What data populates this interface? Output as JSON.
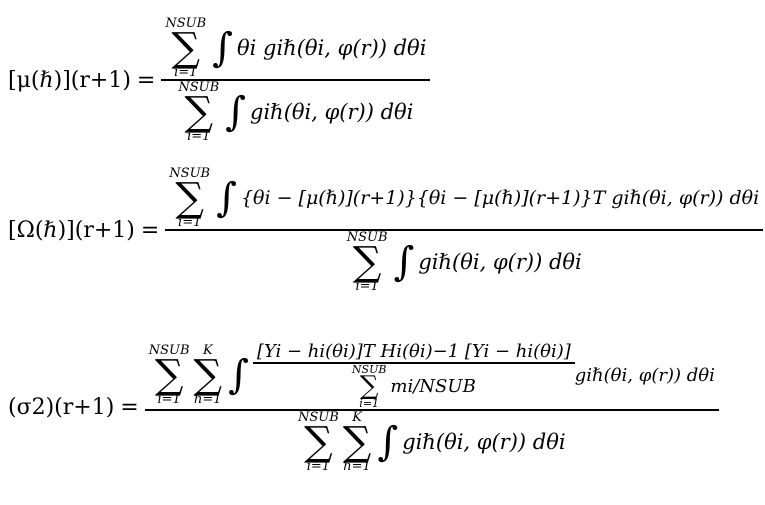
{
  "equations": [
    {
      "lhs": "[μ(ℏ)](r+1)",
      "equals": "=",
      "numerator": {
        "sum_top": "NSUB",
        "sum_sigma": "∑",
        "sum_bottom": "i=1",
        "integral": "∫",
        "integrand": "θi giℏ(θi, φ(r)) dθi"
      },
      "denominator": {
        "sum_top": "NSUB",
        "sum_sigma": "∑",
        "sum_bottom": "i=1",
        "integral": "∫",
        "integrand": "giℏ(θi, φ(r)) dθi"
      }
    },
    {
      "lhs": "[Ω(ℏ)](r+1)",
      "equals": "=",
      "numerator": {
        "sum_top": "NSUB",
        "sum_sigma": "∑",
        "sum_bottom": "i=1",
        "integral": "∫",
        "integrand": "{θi − [μ(ℏ)](r+1)}{θi − [μ(ℏ)](r+1)}T giℏ(θi, φ(r)) dθi"
      },
      "denominator": {
        "sum_top": "NSUB",
        "sum_sigma": "∑",
        "sum_bottom": "i=1",
        "integral": "∫",
        "integrand": "giℏ(θi, φ(r)) dθi"
      }
    },
    {
      "lhs": "(σ2)(r+1)",
      "equals": "=",
      "numerator": {
        "sum1_top": "NSUB",
        "sum1_bottom": "i=1",
        "sum2_top": "K",
        "sum2_bottom": "ℏ=1",
        "sum_sigma": "∑",
        "integral": "∫",
        "inner_numerator": "[Yi − hi(θi)]T Hi(θi)−1 [Yi − hi(θi)]",
        "inner_den_top": "NSUB",
        "inner_den_bottom": "i=1",
        "inner_den_expr": "mi/NSUB",
        "tail": "giℏ(θi, φ(r)) dθi"
      },
      "denominator": {
        "sum1_top": "NSUB",
        "sum1_bottom": "i=1",
        "sum2_top": "K",
        "sum2_bottom": "ℏ=1",
        "sum_sigma": "∑",
        "integral": "∫",
        "integrand": "giℏ(θi, φ(r)) dθi"
      }
    }
  ]
}
